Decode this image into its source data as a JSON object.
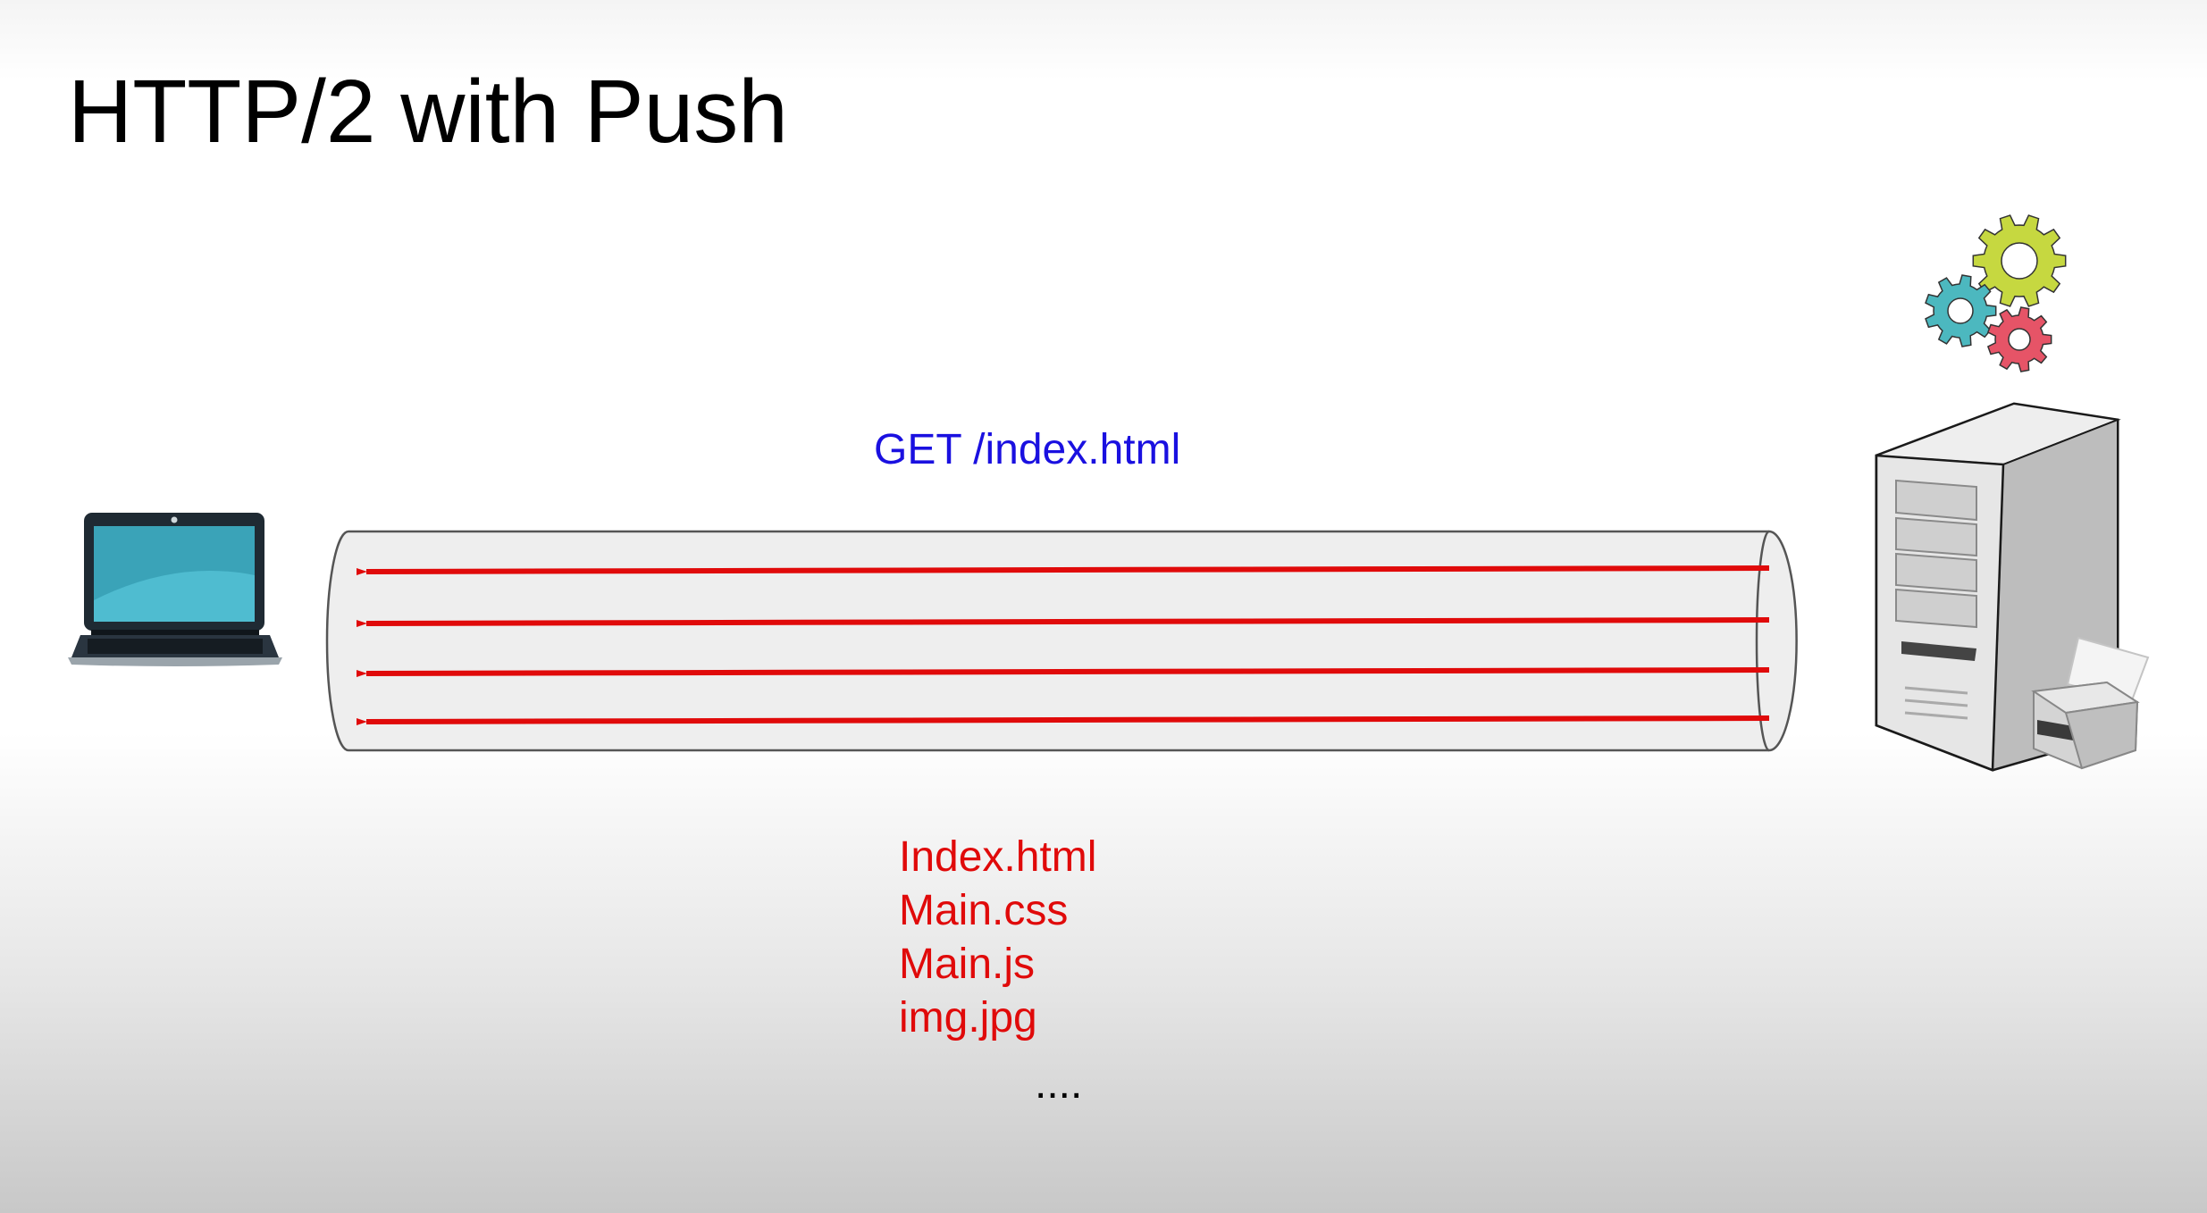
{
  "title": "HTTP/2 with Push",
  "request_label": "GET /index.html",
  "pushed_files": [
    "Index.html",
    "Main.css",
    "Main.js",
    "img.jpg"
  ],
  "more_indicator": "....",
  "colors": {
    "request_text": "#1a10e0",
    "response_arrows": "#e00a0a",
    "pipe_fill": "#eeeeee",
    "pipe_stroke": "#555555"
  },
  "icons": {
    "client": "laptop-icon",
    "server": "server-tower-icon",
    "processing": "gears-icon",
    "peripheral": "scanner-icon"
  }
}
